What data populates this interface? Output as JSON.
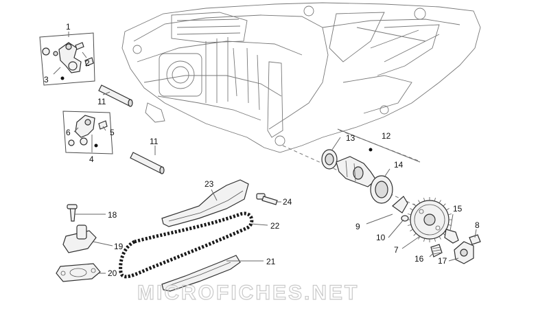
{
  "diagram": {
    "watermark": "MICROFICHES.NET",
    "callouts": [
      "1",
      "2",
      "3",
      "4",
      "5",
      "6",
      "7",
      "8",
      "9",
      "10",
      "11",
      "11",
      "12",
      "13",
      "14",
      "15",
      "16",
      "17",
      "18",
      "19",
      "20",
      "21",
      "22",
      "23",
      "24"
    ]
  }
}
